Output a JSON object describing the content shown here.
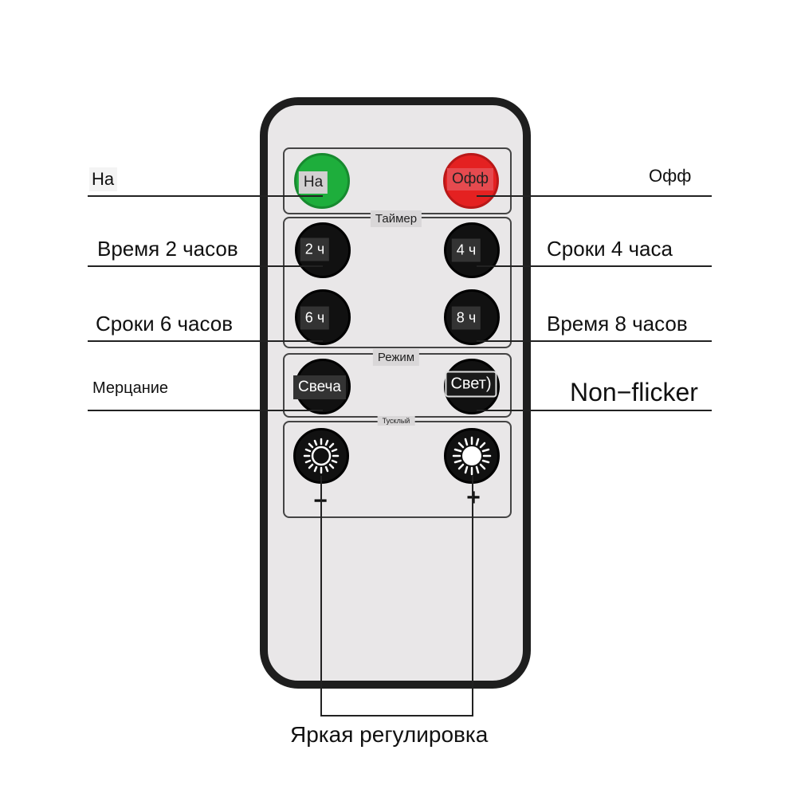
{
  "groups": {
    "timer": "Таймер",
    "mode": "Режим",
    "dim": "Тусклый"
  },
  "buttons": {
    "on": "На",
    "off": "Офф",
    "h2": "2 ч",
    "h4": "4 ч",
    "h6": "6 ч",
    "h8": "8 ч",
    "candle": "Свеча",
    "light": "Свет)",
    "minus": "−",
    "plus": "+"
  },
  "labels": {
    "on": "На",
    "off": "Офф",
    "time2": "Время 2 часов",
    "term4": "Сроки 4 часа",
    "term6": "Сроки 6 часов",
    "time8": "Время 8 часов",
    "flicker": "Мерцание",
    "nonflicker": "Non−flicker",
    "brightness": "Яркая регулировка"
  },
  "icons": {
    "dim": "sun-outline-icon",
    "bright": "sun-filled-icon"
  },
  "colors": {
    "on_button": "#1eae3c",
    "off_button": "#e42121",
    "body": "#e9e7e8",
    "frame": "#1e1e1e"
  }
}
